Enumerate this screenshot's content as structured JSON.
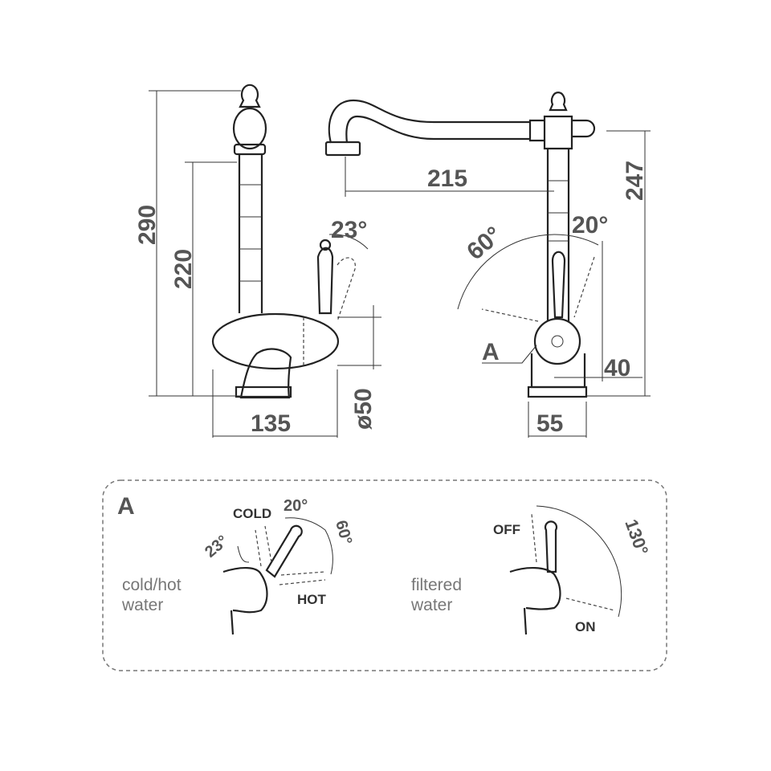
{
  "side_view": {
    "height_total": "290",
    "height_spout": "220",
    "handle_angle": "23°",
    "width": "135",
    "diameter": "ø50"
  },
  "front_view": {
    "reach": "215",
    "height": "247",
    "angle_left": "60°",
    "angle_right": "20°",
    "detail_marker": "A",
    "offset": "40",
    "base_width": "55"
  },
  "detail_a": {
    "title": "A",
    "cold_hot": {
      "caption_line1": "cold/hot",
      "caption_line2": "water",
      "cold_label": "COLD",
      "hot_label": "HOT",
      "angle_cold": "20°",
      "angle_back": "23°",
      "angle_hot": "60°"
    },
    "filtered": {
      "caption_line1": "filtered",
      "caption_line2": "water",
      "off_label": "OFF",
      "on_label": "ON",
      "angle": "130°"
    }
  }
}
